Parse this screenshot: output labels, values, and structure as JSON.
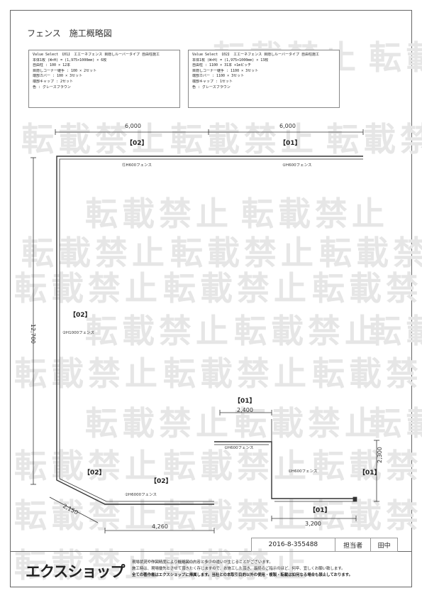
{
  "watermark": "転載禁止",
  "title": "フェンス　施工概略図",
  "spec_boxes": [
    {
      "lines": [
        "Value Select 【01】 エエーネフェンス 目隠しルーバータイプ 自由柱施工",
        "本体1枚 (W×H) = (1,975×1000mm) × 6枚",
        "自由柱 : 100 × 12本",
        "目隠しコーナー継手 : 100 × 2セット",
        "端部カバー : 100 × 3セット",
        "端部キャップ : 2セット",
        "色 : グレースブラウン"
      ]
    },
    {
      "lines": [
        "Value Select 【02】 エエーネフェンス 目隠しルーバータイプ 自由柱施工",
        "本体1枚 (W×H) = (1,975×1000mm) × 13枚",
        "自由柱 : 1100 × 31本 +1mピッチ",
        "目隠しコーナー継手 : 1100 × 3セット",
        "端部カバー : 1100 × 3セット",
        "端部キャップ : 1セット",
        "色 : グレースブラウン"
      ]
    }
  ],
  "dimensions": {
    "top_left": "6,000",
    "top_right": "6,000",
    "left_vertical": "12,700",
    "middle_top": "2,400",
    "right_vertical": "2,300",
    "bottom_right": "3,200",
    "bottom_left": "4,260",
    "diagonal": "2,150"
  },
  "segment_labels": {
    "top_02": "【02】",
    "top_01": "【01】",
    "left_02": "【02】",
    "bottom_left_02": "【02】",
    "bottom_mid_02": "【02】",
    "mid_01": "【01】",
    "right_01": "【01】",
    "bottom_right_01": "【01】"
  },
  "fence_labels": {
    "top_left": "⑫H600フェンス",
    "top_right": "①H600フェンス",
    "left": "②H1000フェンス",
    "bottom_left": "②H6000フェンス",
    "mid_top": "①H600フェンス",
    "mid_right": "①H600フェンス"
  },
  "footer": {
    "doc_number": "2016-8-355488",
    "staff_label": "担当者",
    "staff_name": "田中",
    "logo": "エクスショップ",
    "notes": [
      "現場状況や作図精度により概略図の内容と多少の違いが生じることがございます。",
      "施工時は、現場優先とさせて頂きたく存じますので、お施工した頂き、最終のご指示のほど、何卒、宜しくお願い致します。",
      "全ての著作権はエクスショップに帰属します。当社との本取引目的以外の使用・複製・転載は如何なる場合も禁止しております。"
    ]
  }
}
